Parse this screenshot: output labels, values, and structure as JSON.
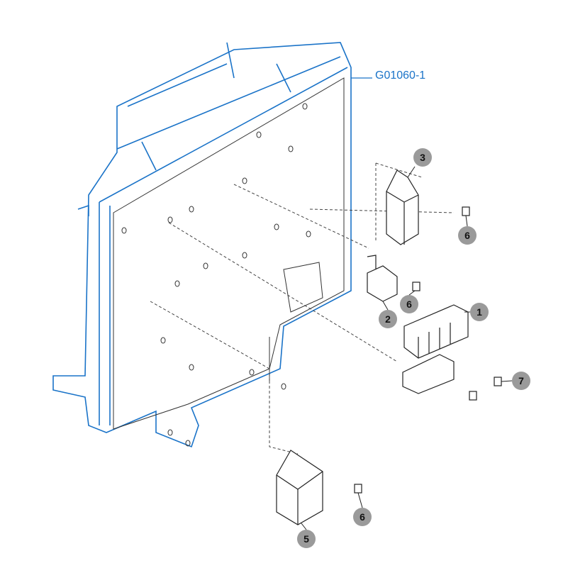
{
  "diagram": {
    "reference_label": "G01060-1",
    "accent_color": "#1a73c8",
    "callouts": [
      "3",
      "6",
      "2",
      "6",
      "1",
      "7",
      "5",
      "6"
    ]
  }
}
